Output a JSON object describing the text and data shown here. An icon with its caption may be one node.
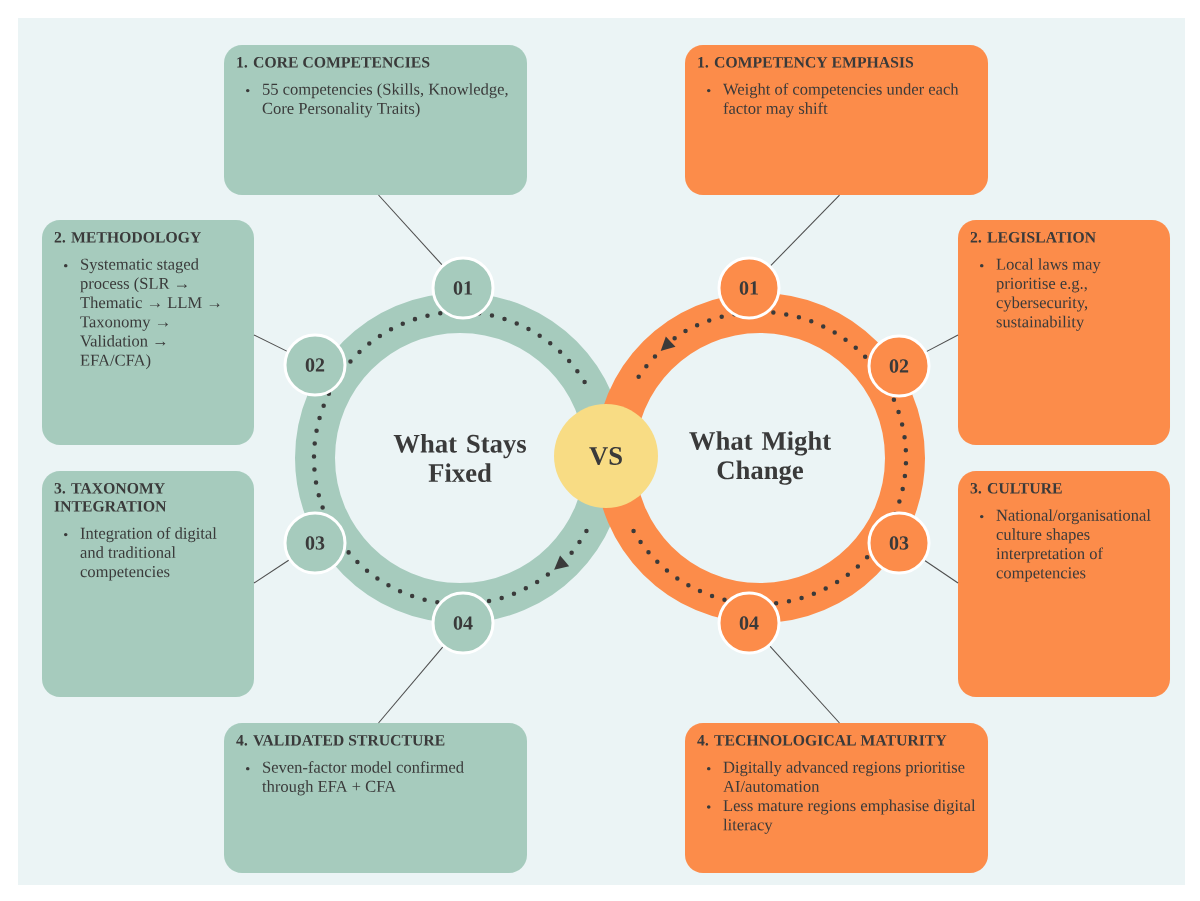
{
  "diagram": {
    "nodes": [
      {
        "text": [
          "What Stays Fixed"
        ]
      },
      {
        "text": [
          "What Might Change"
        ]
      },
      {
        "text": [
          "VS"
        ]
      },
      {
        "text": [
          "01"
        ]
      },
      {
        "text": [
          "02"
        ]
      },
      {
        "text": [
          "03"
        ]
      },
      {
        "text": [
          "04"
        ]
      },
      {
        "text": [
          "01"
        ]
      },
      {
        "text": [
          "02"
        ]
      },
      {
        "text": [
          "03"
        ]
      },
      {
        "text": [
          "04"
        ]
      },
      {
        "text": [
          "1. CORE COMPETENCIES",
          "55 competencies (Skills, Knowledge, Core Personality Traits)"
        ]
      },
      {
        "text": [
          "2. METHODOLOGY",
          "Systematic staged process (SLR → Thematic → LLM → Taxonomy → Validation → EFA/CFA)"
        ]
      },
      {
        "text": [
          "3. TAXONOMY INTEGRATION",
          "Integration of digital and traditional competencies"
        ]
      },
      {
        "text": [
          "4. VALIDATED STRUCTURE",
          "Seven-factor model confirmed through EFA + CFA"
        ]
      },
      {
        "text": [
          "1. COMPETENCY EMPHASIS",
          "Weight of competencies under each factor may shift"
        ]
      },
      {
        "text": [
          "2. LEGISLATION",
          "Local laws may prioritise e.g., cybersecurity, sustainability"
        ]
      },
      {
        "text": [
          "3. CULTURE",
          "National/organisational culture shapes interpretation of competencies"
        ]
      },
      {
        "text": [
          "4. TECHNOLOGICAL MATURITY",
          "Digitally advanced regions prioritise AI/automation",
          "Less mature regions emphasise digital literacy"
        ]
      }
    ],
    "edges": [
      {
        "from": 11,
        "to": 3,
        "arrow": "none"
      },
      {
        "from": 12,
        "to": 4,
        "arrow": "none"
      },
      {
        "from": 13,
        "to": 5,
        "arrow": "none"
      },
      {
        "from": 14,
        "to": 6,
        "arrow": "none"
      },
      {
        "from": 15,
        "to": 7,
        "arrow": "none"
      },
      {
        "from": 16,
        "to": 8,
        "arrow": "none"
      },
      {
        "from": 17,
        "to": 9,
        "arrow": "none"
      },
      {
        "from": 18,
        "to": 10,
        "arrow": "none"
      }
    ]
  }
}
